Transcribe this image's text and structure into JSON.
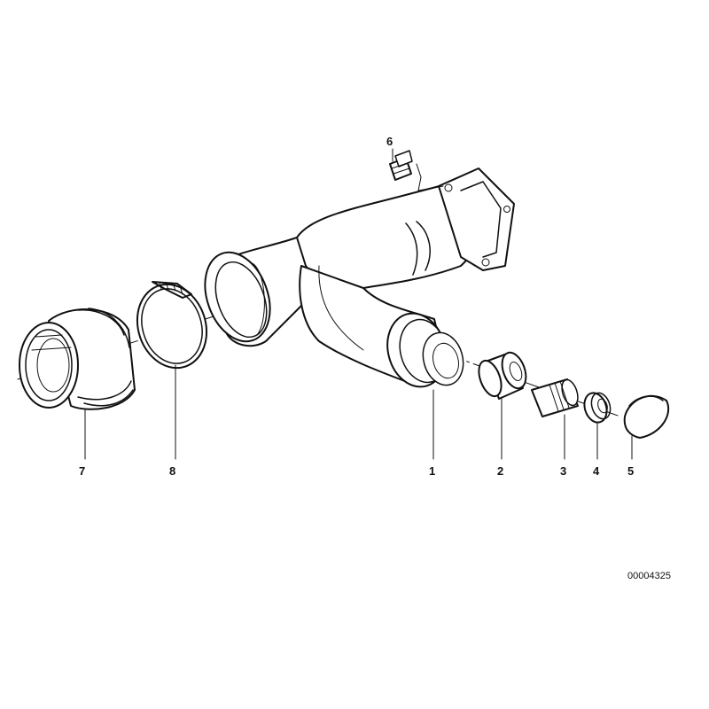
{
  "diagram": {
    "id_code": "00004325",
    "callouts": [
      {
        "num": "1"
      },
      {
        "num": "2"
      },
      {
        "num": "3"
      },
      {
        "num": "4"
      },
      {
        "num": "5"
      },
      {
        "num": "6"
      },
      {
        "num": "7"
      },
      {
        "num": "8"
      }
    ]
  }
}
